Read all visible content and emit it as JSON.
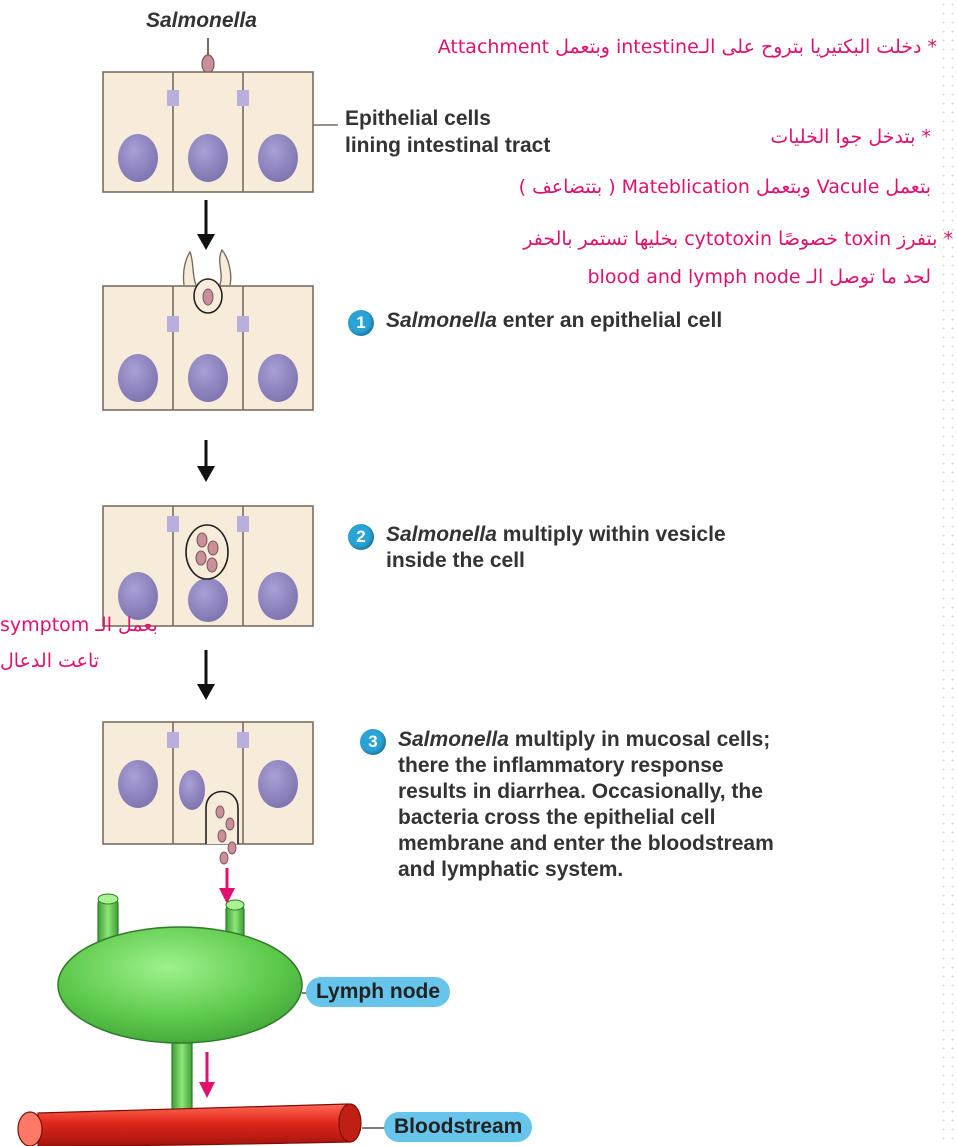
{
  "labels": {
    "salmonella": "Salmonella",
    "epithelial_line1": "Epithelial cells",
    "epithelial_line2": "lining intestinal tract",
    "lymph_node": "Lymph node",
    "bloodstream": "Bloodstream"
  },
  "steps": [
    {
      "number": "1",
      "organism": "Salmonella",
      "lines": [
        "enter an epithelial cell"
      ]
    },
    {
      "number": "2",
      "organism": "Salmonella",
      "lines": [
        "multiply within vesicle",
        "inside the cell"
      ]
    },
    {
      "number": "3",
      "organism": "Salmonella",
      "lines": [
        "multiply in mucosal cells;",
        "there the inflammatory response",
        "results in diarrhea. Occasionally, the",
        "bacteria cross the epithelial cell",
        "membrane and enter the bloodstream",
        "and lymphatic system."
      ]
    }
  ],
  "annotations": {
    "note1": "* دخلت البكتيريا بتروح على الـintestine وبتعمل Attachment",
    "note2": "* بتدخل جوا الخليات",
    "note3": "بتعمل Vacule وبتعمل Mateblication ( بتتضاعف )",
    "note4a": "* بتفرز toxin خصوصًا cytotoxin بخليها تستمر بالحفر",
    "note4b": "لحد ما توصل الـ blood and lymph node",
    "note5a": "بعمل الـ symptom",
    "note5b": "تاعت الدعال"
  },
  "colors": {
    "cell_fill": "#f7ecd9",
    "cell_stroke": "#7a6d60",
    "nucleus": "#8e84bf",
    "junction": "#b9afdc",
    "bacterium": "#c9909a",
    "lymph": "#6fd35f",
    "vessel": "#e0271b",
    "flow_arrow": "#e0106f",
    "step_badge": "#2aa3d6",
    "label_pill": "#67c4ea",
    "annotation_ink": "#e0106f"
  }
}
